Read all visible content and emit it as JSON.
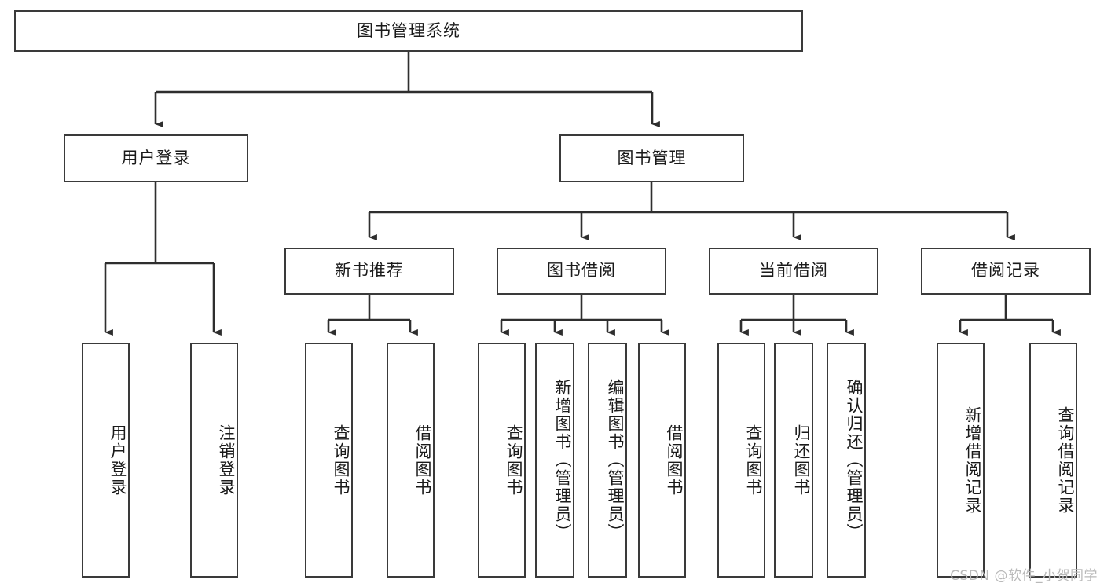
{
  "diagram": {
    "title": "图书管理系统",
    "type": "tree-hierarchy",
    "watermark": "CSDN @软件_小贺同学",
    "colors": {
      "stroke": "#3a3a3a",
      "fill": "#ffffff",
      "text": "#1a1a1a",
      "watermark": "#b9b9b9"
    },
    "nodes": {
      "root": {
        "label": "图书管理系统"
      },
      "level2": [
        {
          "id": "user_login",
          "label": "用户登录"
        },
        {
          "id": "book_manage",
          "label": "图书管理"
        }
      ],
      "level3": [
        {
          "id": "new_book_rec",
          "label": "新书推荐"
        },
        {
          "id": "book_borrow",
          "label": "图书借阅"
        },
        {
          "id": "current_borrow",
          "label": "当前借阅"
        },
        {
          "id": "borrow_record",
          "label": "借阅记录"
        }
      ],
      "leaves": {
        "user_login": [
          {
            "id": "leaf_user_login",
            "label": "用户登录"
          },
          {
            "id": "leaf_logout",
            "label": "注销登录"
          }
        ],
        "new_book_rec": [
          {
            "id": "leaf_query_book_1",
            "label": "查询图书"
          },
          {
            "id": "leaf_borrow_book_1",
            "label": "借阅图书"
          }
        ],
        "book_borrow": [
          {
            "id": "leaf_query_book_2",
            "label": "查询图书"
          },
          {
            "id": "leaf_add_book",
            "label": "新增图书（管理员）"
          },
          {
            "id": "leaf_edit_book",
            "label": "编辑图书（管理员）"
          },
          {
            "id": "leaf_borrow_book_2",
            "label": "借阅图书"
          }
        ],
        "current_borrow": [
          {
            "id": "leaf_query_book_3",
            "label": "查询图书"
          },
          {
            "id": "leaf_return_book",
            "label": "归还图书"
          },
          {
            "id": "leaf_confirm_return",
            "label": "确认归还（管理员）"
          }
        ],
        "borrow_record": [
          {
            "id": "leaf_add_record",
            "label": "新增借阅记录"
          },
          {
            "id": "leaf_query_record",
            "label": "查询借阅记录"
          }
        ]
      }
    }
  }
}
